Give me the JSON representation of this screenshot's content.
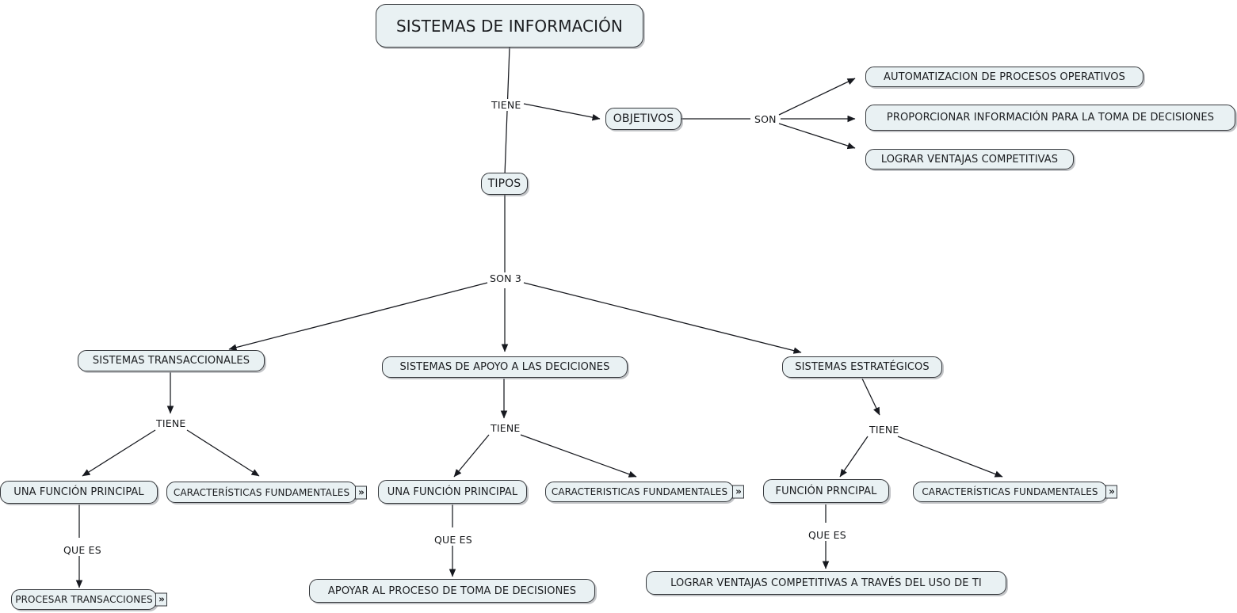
{
  "diagram": {
    "title": "SISTEMAS DE INFORMACIÓN",
    "type": "concept-map",
    "background_color": "#ffffff",
    "node_fill_color": "#e9f1f3",
    "node_border_color": "#35383c",
    "edge_color": "#17191c",
    "text_color": "#1b1d20"
  },
  "nodes": {
    "root": "SISTEMAS DE INFORMACIÓN",
    "objetivos": "OBJETIVOS",
    "tipos": "TIPOS",
    "obj_1": "AUTOMATIZACION DE PROCESOS OPERATIVOS",
    "obj_2": "PROPORCIONAR INFORMACIÓN PARA LA TOMA DE DECISIONES",
    "obj_3": "LOGRAR VENTAJAS COMPETITIVAS",
    "tipo_1": "SISTEMAS TRANSACCIONALES",
    "tipo_2": "SISTEMAS DE APOYO A LAS DECICIONES",
    "tipo_3": "SISTEMAS ESTRATÉGICOS",
    "t1_func": "UNA FUNCIÓN PRINCIPAL",
    "t1_carac": "CARACTERÍSTICAS FUNDAMENTALES",
    "t1_queres": "PROCESAR TRANSACCIONES",
    "t2_func": "UNA FUNCIÓN PRINCIPAL",
    "t2_carac": "CARACTERISTICAS FUNDAMENTALES",
    "t2_queres": "APOYAR AL PROCESO DE TOMA DE DECISIONES",
    "t3_func": "FUNCIÓN PRNCIPAL",
    "t3_carac": "CARACTERÍSTICAS FUNDAMENTALES",
    "t3_queres": "LOGRAR VENTAJAS COMPETITIVAS A TRAVÉS DEL USO DE TI"
  },
  "edge_labels": {
    "tiene_root": "TIENE",
    "son_objetivos": "SON",
    "son3_tipos": "SON 3",
    "tiene_t1": "TIENE",
    "tiene_t2": "TIENE",
    "tiene_t3": "TIENE",
    "quees_t1": "QUE ES",
    "quees_t2": "QUE ES",
    "quees_t3": "QUE ES"
  },
  "expand_icons": {
    "t1_carac": "»",
    "t2_carac": "»",
    "t3_carac": "»",
    "t1_queres": "»"
  }
}
